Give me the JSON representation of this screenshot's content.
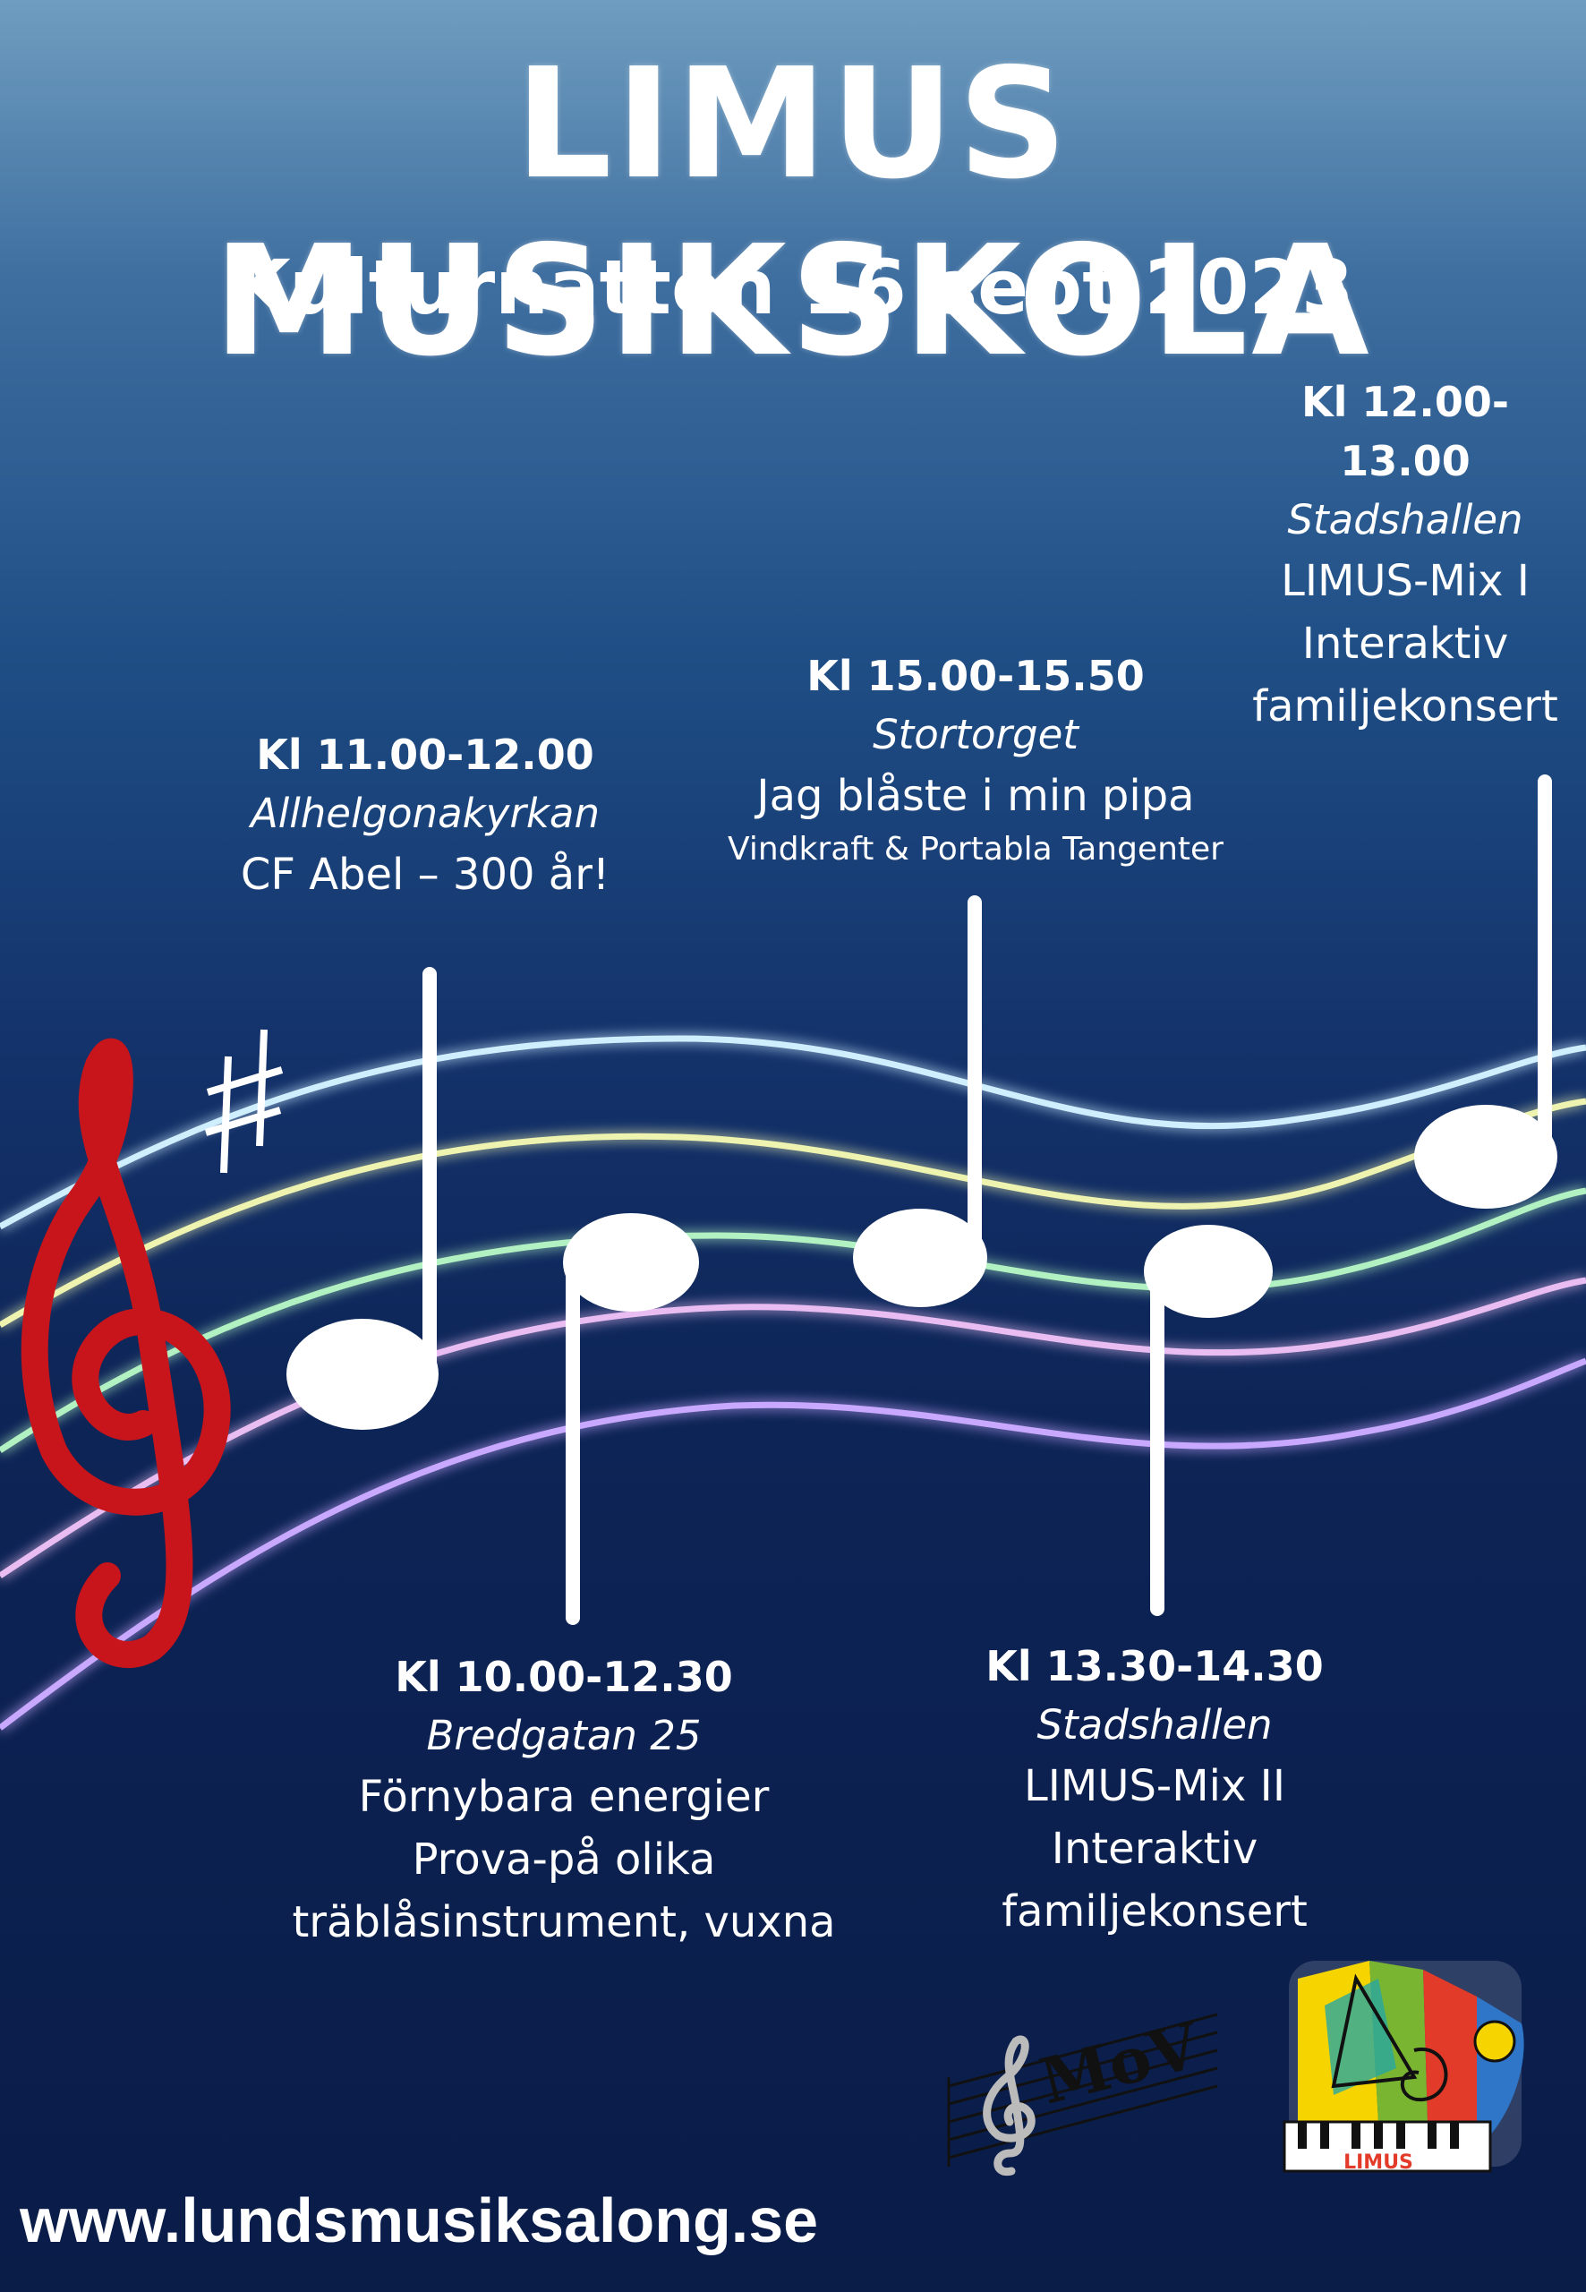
{
  "header": {
    "title": "LIMUS MUSIKSKOLA",
    "subtitle": "Kulturnatten 16 sept 2023"
  },
  "events": [
    {
      "time": "Kl 12.00-13.00",
      "place": "Stadshallen",
      "description": "LIMUS-Mix I\nInteraktiv\nfamiljekonsert"
    },
    {
      "time": "Kl 15.00-15.50",
      "place": "Stortorget",
      "description": "Jag blåste i min pipa",
      "subdescription": "Vindkraft & Portabla Tangenter"
    },
    {
      "time": "Kl 11.00-12.00",
      "place": "Allhelgonakyrkan",
      "description": "CF Abel – 300 år!"
    },
    {
      "time": "Kl 10.00-12.30",
      "place": "Bredgatan 25",
      "description": "Förnybara energier\nProva-på olika\nträblåsinstrument, vuxna"
    },
    {
      "time": "Kl 13.30-14.30",
      "place": "Stadshallen",
      "description": "LIMUS-Mix II\nInteraktiv\nfamiljekonsert"
    }
  ],
  "footer": {
    "url": "www.lundsmusiksalong.se",
    "logo_mov_text": "MoV",
    "logo_limus_text": "LIMUS"
  },
  "colors": {
    "treble_clef": "#c8141b",
    "staff_lines": [
      "#bfeaff",
      "#e9f2a8",
      "#a8f0b8",
      "#e6b3f0",
      "#c7a6ff"
    ]
  }
}
